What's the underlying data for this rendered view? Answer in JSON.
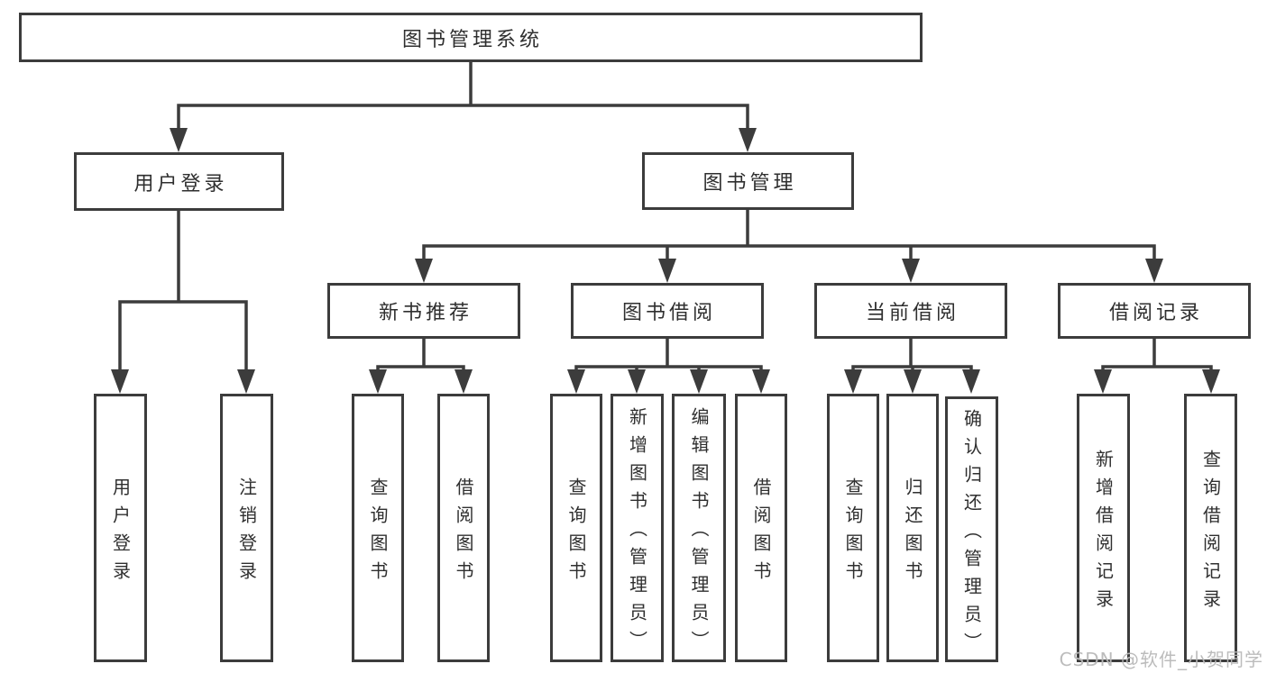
{
  "tree": {
    "root": {
      "label": "图书管理系统"
    },
    "branches": [
      {
        "label": "用户登录",
        "children": [
          {
            "label": "用户登录"
          },
          {
            "label": "注销登录"
          }
        ]
      },
      {
        "label": "图书管理",
        "children": [
          {
            "label": "新书推荐",
            "children": [
              {
                "label": "查询图书"
              },
              {
                "label": "借阅图书"
              }
            ]
          },
          {
            "label": "图书借阅",
            "children": [
              {
                "label": "查询图书"
              },
              {
                "label": "新增图书（管理员）"
              },
              {
                "label": "编辑图书（管理员）"
              },
              {
                "label": "借阅图书"
              }
            ]
          },
          {
            "label": "当前借阅",
            "children": [
              {
                "label": "查询图书"
              },
              {
                "label": "归还图书"
              },
              {
                "label": "确认归还（管理员）"
              }
            ]
          },
          {
            "label": "借阅记录",
            "children": [
              {
                "label": "新增借阅记录"
              },
              {
                "label": "查询借阅记录"
              }
            ]
          }
        ]
      }
    ]
  },
  "watermark": "CSDN @软件_小贺同学",
  "colors": {
    "line": "#3c3c3c",
    "text": "#2f2f2f",
    "watermark": "#b8b8b8",
    "background": "#ffffff"
  }
}
